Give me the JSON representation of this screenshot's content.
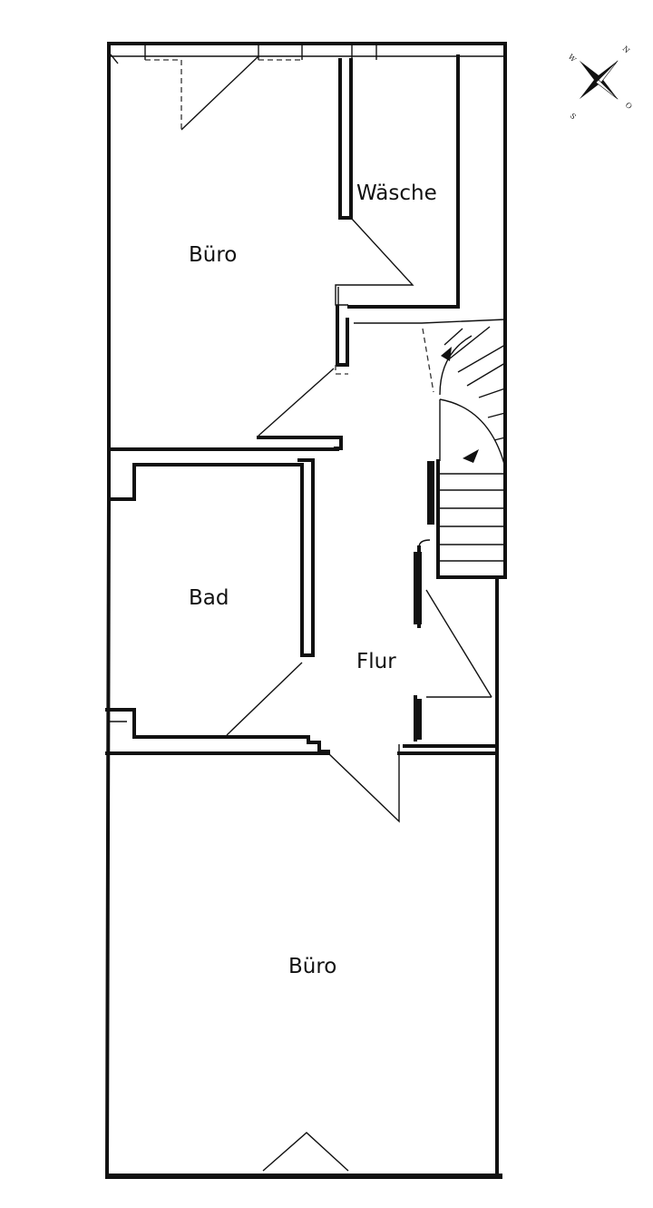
{
  "rooms": {
    "buero_top": "Büro",
    "waesche": "Wäsche",
    "bad": "Bad",
    "flur": "Flur",
    "buero_bottom": "Büro"
  },
  "compass": {
    "north": "N",
    "east": "O",
    "south": "S",
    "west": "W"
  },
  "colors": {
    "line": "#111111",
    "background": "#ffffff"
  }
}
